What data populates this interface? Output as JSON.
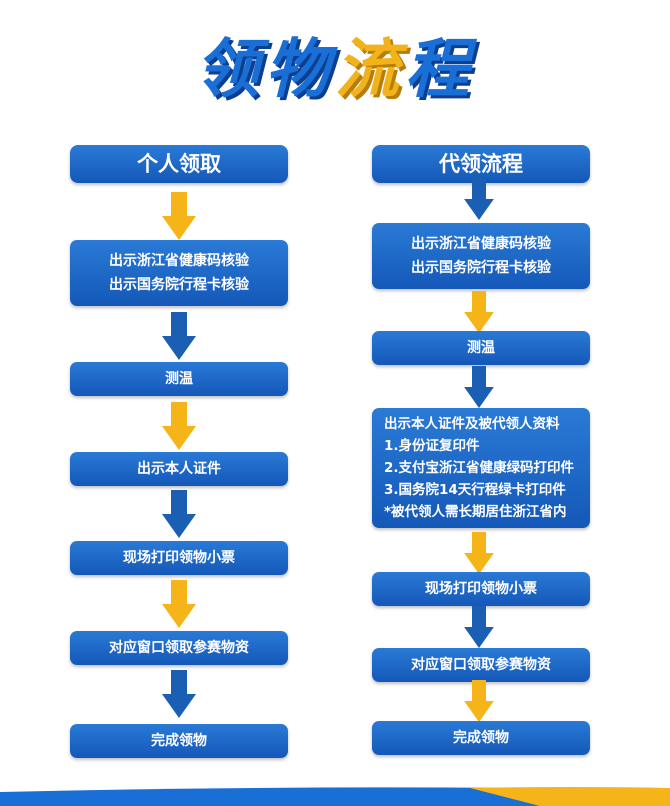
{
  "title": {
    "part1": "领物",
    "part2": "流",
    "part3": "程"
  },
  "left_column": {
    "header": "个人领取",
    "steps": [
      [
        "出示浙江省健康码核验",
        "出示国务院行程卡核验"
      ],
      [
        "测温"
      ],
      [
        "出示本人证件"
      ],
      [
        "现场打印领物小票"
      ],
      [
        "对应窗口领取参赛物资"
      ],
      [
        "完成领物"
      ]
    ]
  },
  "right_column": {
    "header": "代领流程",
    "steps": [
      [
        "出示浙江省健康码核验",
        "出示国务院行程卡核验"
      ],
      [
        "测温"
      ],
      [
        "出示本人证件及被代领人资料",
        "1.身份证复印件",
        "2.支付宝浙江省健康绿码打印件",
        "3.国务院14天行程绿卡打印件",
        "*被代领人需长期居住浙江省内"
      ],
      [
        "现场打印领物小票"
      ],
      [
        "对应窗口领取参赛物资"
      ],
      [
        "完成领物"
      ]
    ]
  },
  "colors": {
    "box_blue": "#1a68c8",
    "arrow_yellow": "#f5b418",
    "arrow_blue": "#1a5fb4",
    "title_blue": "#1a6fd6"
  },
  "icons": {
    "arrow_down": "arrow-down-icon"
  }
}
